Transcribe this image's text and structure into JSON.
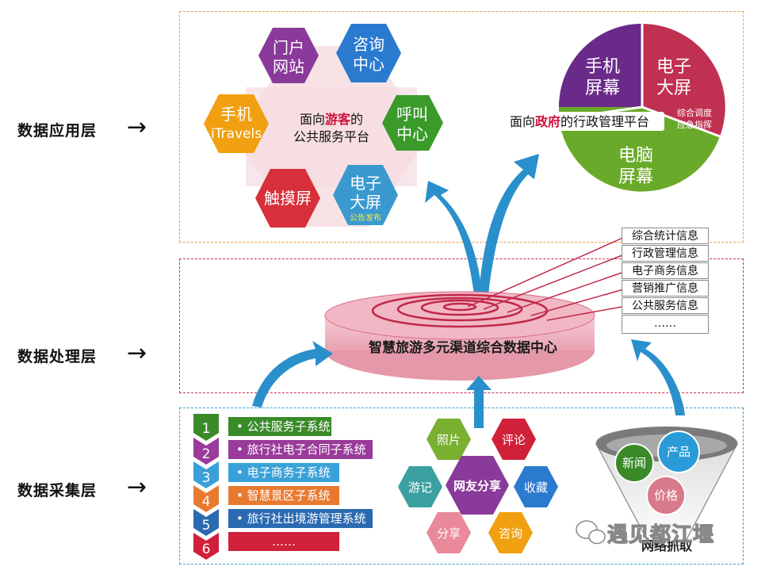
{
  "layers": {
    "application": "数据应用层",
    "processing": "数据处理层",
    "collection": "数据采集层",
    "arrow": "→"
  },
  "tourist_hexes": {
    "center_prefix": "面向",
    "center_highlight": "游客",
    "center_suffix": "的",
    "center_line2": "公共服务平台",
    "portal": [
      "门户",
      "网站"
    ],
    "consult": [
      "咨询",
      "中心"
    ],
    "call": [
      "呼叫",
      "中心"
    ],
    "mobile": [
      "手机",
      "iTravels"
    ],
    "touch": "触摸屏",
    "screen": [
      "电子",
      "大屏"
    ],
    "screen_sub": "公告发布"
  },
  "gov_pie": {
    "center_prefix": "面向",
    "center_highlight": "政府",
    "center_suffix": "的行政管理平台",
    "phone": [
      "手机",
      "屏幕"
    ],
    "screen": [
      "电子",
      "大屏"
    ],
    "screen_sub": [
      "综合调度",
      "应急指挥"
    ],
    "pc": [
      "电脑",
      "屏幕"
    ]
  },
  "data_center": {
    "title": "智慧旅游多元渠道综合数据中心"
  },
  "info_list": [
    "综合统计信息",
    "行政管理信息",
    "电子商务信息",
    "营销推广信息",
    "公共服务信息",
    "……"
  ],
  "systems": {
    "numbers": [
      "1",
      "2",
      "3",
      "4",
      "5",
      "6"
    ],
    "labels": [
      "• 公共服务子系统",
      "• 旅行社电子合同子系统",
      "• 电子商务子系统",
      "• 智慧景区子系统",
      "• 旅行社出境游管理系统",
      "……"
    ]
  },
  "share_hexes": {
    "center": "网友分享",
    "photo": "照片",
    "comment": "评论",
    "travelog": "游记",
    "collect": "收藏",
    "share": "分享",
    "consult": "咨询"
  },
  "funnel": {
    "news": "新闻",
    "product": "产品",
    "price": "价格",
    "label": "网络抓取"
  },
  "watermark": "遇见都江堰",
  "colors": {
    "app_border": "#f0a040",
    "proc_border": "#c83050",
    "coll_border": "#3aa0d8",
    "arrow_blue": "#2a90cc",
    "tourist_highlight": "#d0103a",
    "gov_highlight": "#d0103a",
    "portal": "#8a3a9a",
    "consult": "#2a7ad0",
    "call": "#3a9a2a",
    "mobile": "#f0a010",
    "touch": "#d8303a",
    "screen": "#3a9ad0",
    "pie_phone": "#6a2a8a",
    "pie_screen": "#c03050",
    "pie_pc": "#6aaa2a"
  }
}
